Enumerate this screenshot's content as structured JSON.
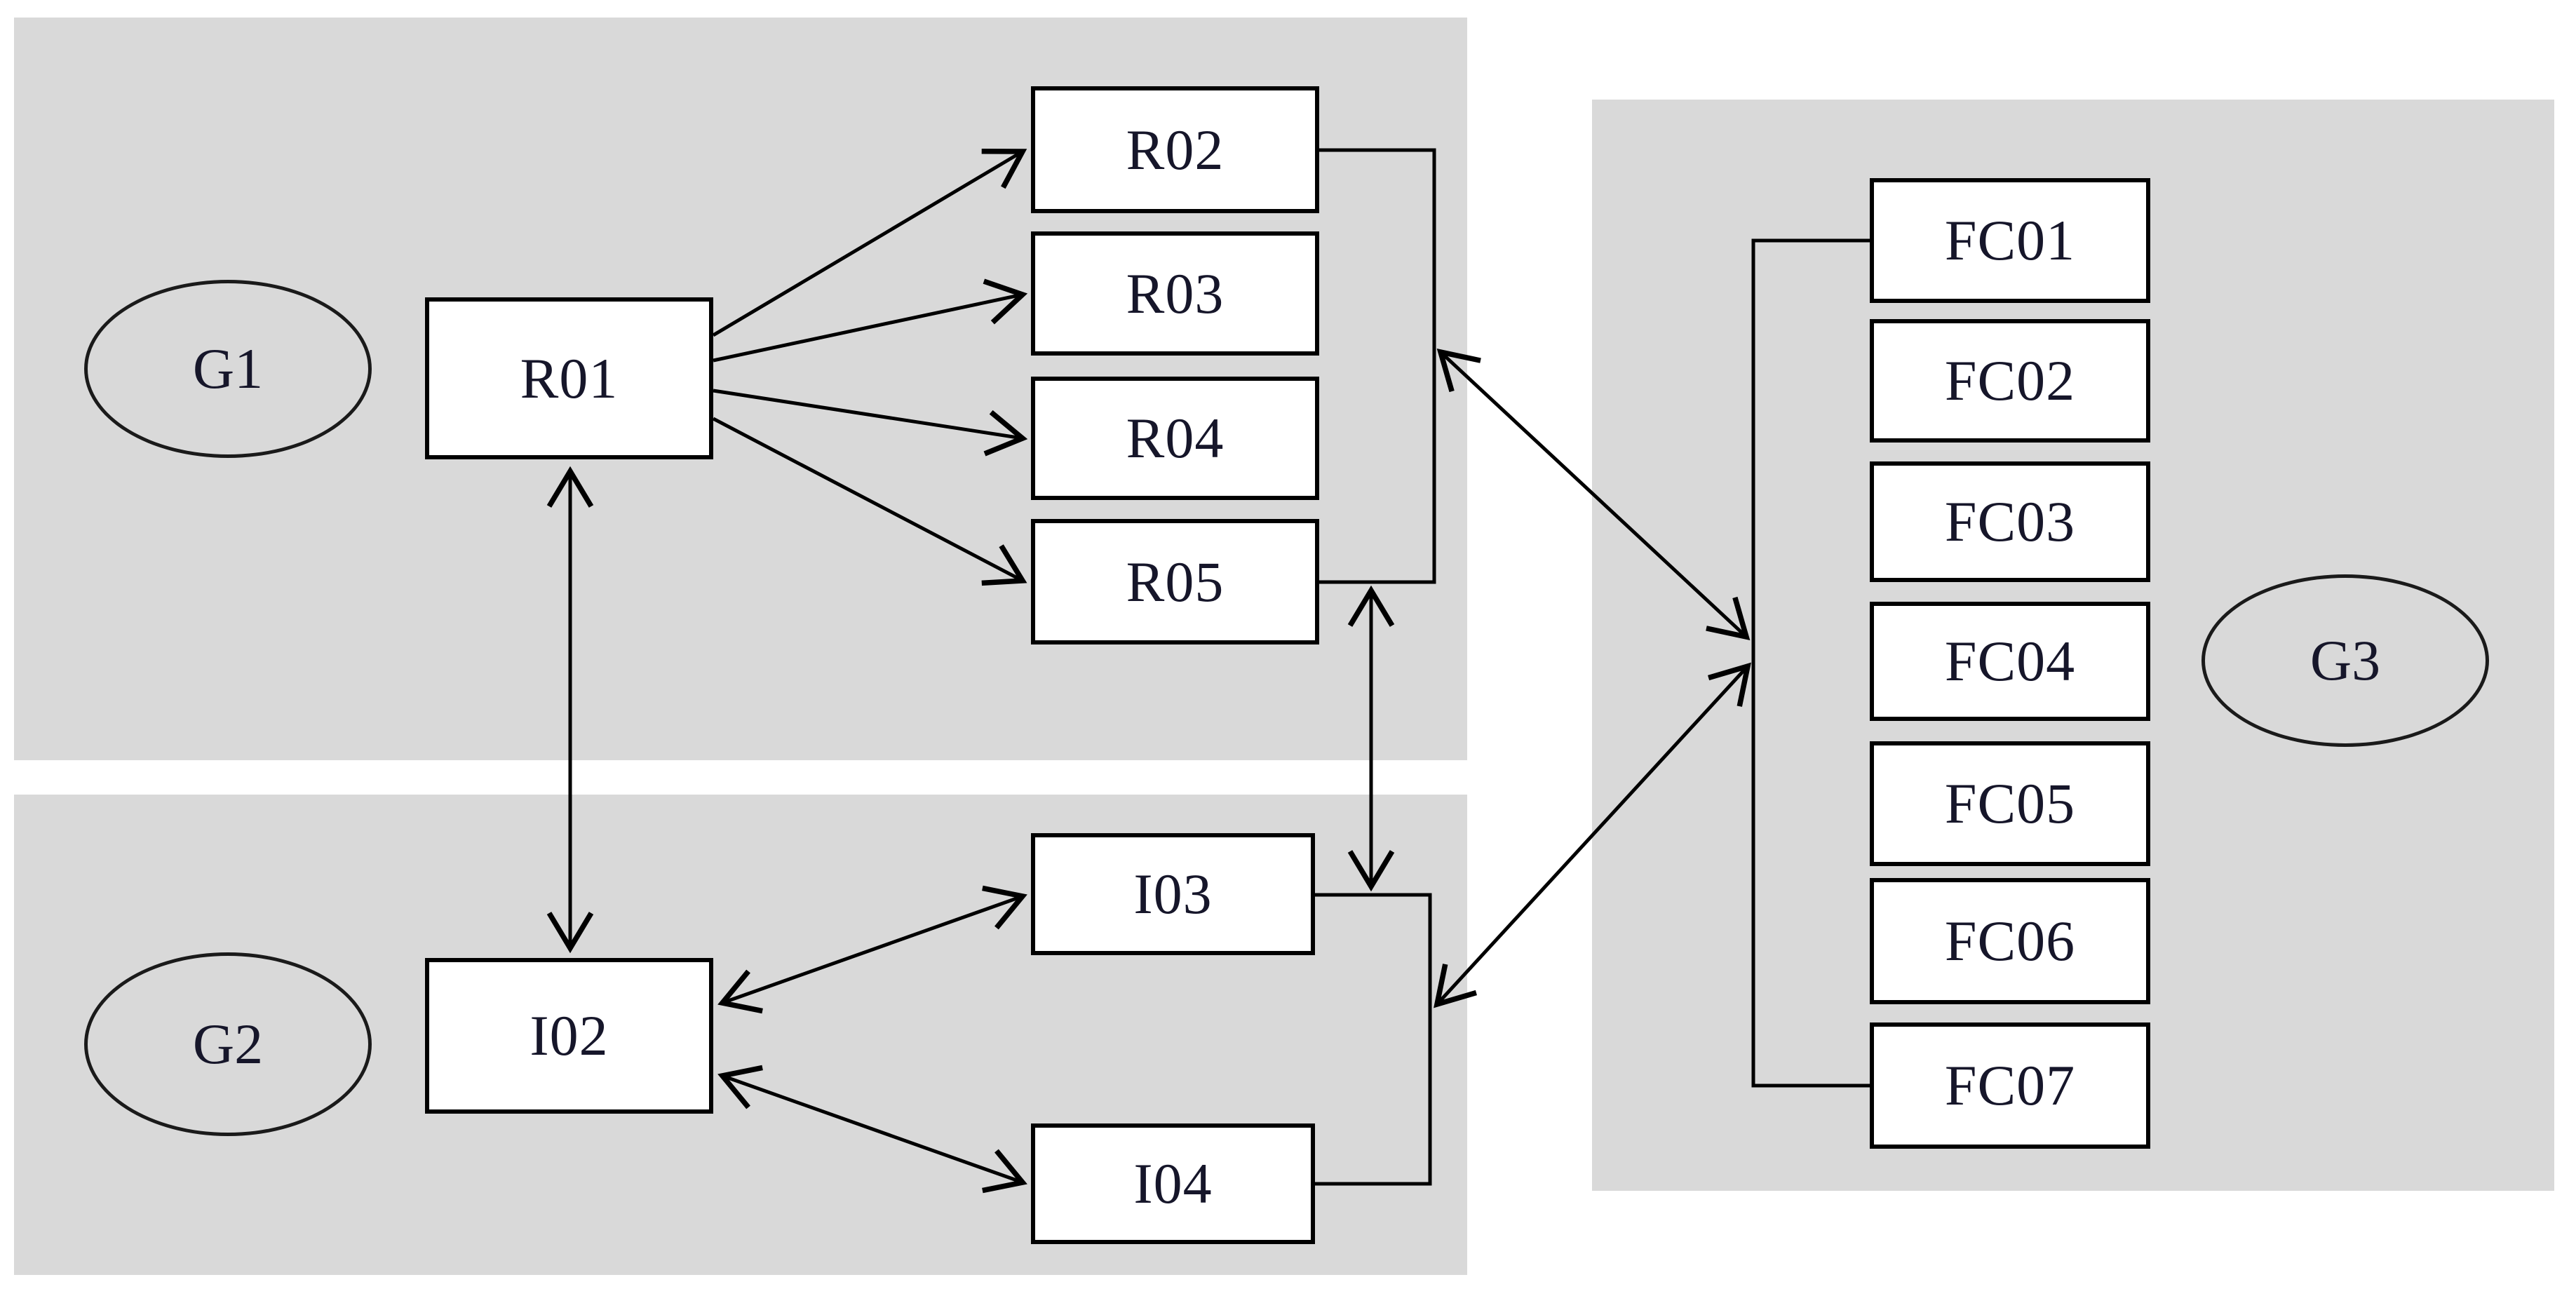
{
  "diagram": {
    "background_color": "#ffffff",
    "panel_color": "#d9d9d9",
    "node_fill": "#ffffff",
    "stroke_color": "#000000",
    "text_color": "#16162a",
    "panels": [
      {
        "id": "group1",
        "ellipse_label": "G1",
        "nodes": [
          "R01",
          "R02",
          "R03",
          "R04",
          "R05"
        ]
      },
      {
        "id": "group2",
        "ellipse_label": "G2",
        "nodes": [
          "I02",
          "I03",
          "I04"
        ]
      },
      {
        "id": "group3",
        "ellipse_label": "G3",
        "nodes": [
          "FC01",
          "FC02",
          "FC03",
          "FC04",
          "FC05",
          "FC06",
          "FC07"
        ]
      }
    ],
    "edges": [
      {
        "from": "R01",
        "to": "R02",
        "style": "single-arrow"
      },
      {
        "from": "R01",
        "to": "R03",
        "style": "single-arrow"
      },
      {
        "from": "R01",
        "to": "R04",
        "style": "single-arrow"
      },
      {
        "from": "R01",
        "to": "R05",
        "style": "single-arrow"
      },
      {
        "from": "R01",
        "to": "I02",
        "style": "double-arrow"
      },
      {
        "from": "I02",
        "to": "I03",
        "style": "double-arrow"
      },
      {
        "from": "I02",
        "to": "I04",
        "style": "double-arrow"
      },
      {
        "from": "R02-R05-group",
        "to": "I03-I04-group",
        "style": "double-arrow"
      },
      {
        "from": "R02-R05-group",
        "to": "FC01-FC07-group",
        "style": "double-arrow"
      },
      {
        "from": "I03-I04-group",
        "to": "FC01-FC07-group",
        "style": "double-arrow"
      }
    ]
  }
}
